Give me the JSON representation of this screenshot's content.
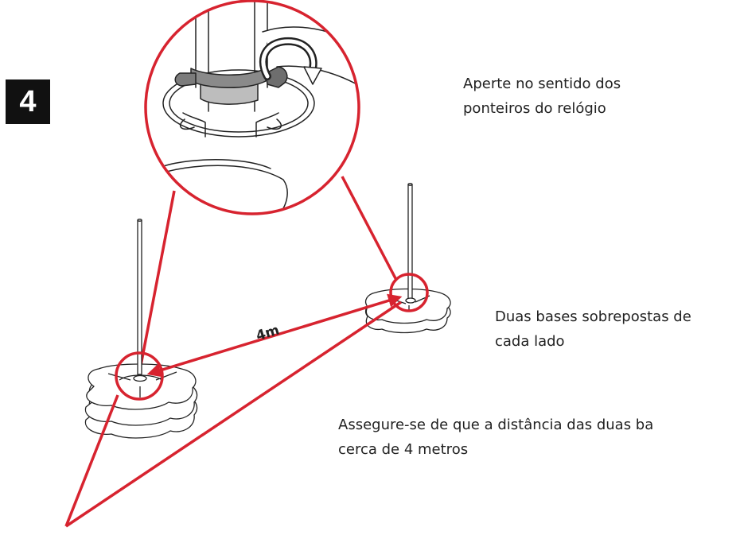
{
  "step": {
    "number": "4"
  },
  "captions": {
    "tighten": {
      "line1": "Aperte no sentido dos",
      "line2": "ponteiros do relógio"
    },
    "bases": {
      "line1": "Duas bases sobrepostas de",
      "line2": "cada lado"
    },
    "distance": {
      "line1": "Assegure-se de que a distância das duas ba",
      "line2": "cerca de 4 metros"
    }
  },
  "distance_label": "4m",
  "colors": {
    "accent": "#D7232F",
    "ink": "#222222",
    "badge": "#111111"
  },
  "icons": [
    "clockwise-arrow-icon",
    "pole-base-icon",
    "magnifier-circle-icon"
  ]
}
